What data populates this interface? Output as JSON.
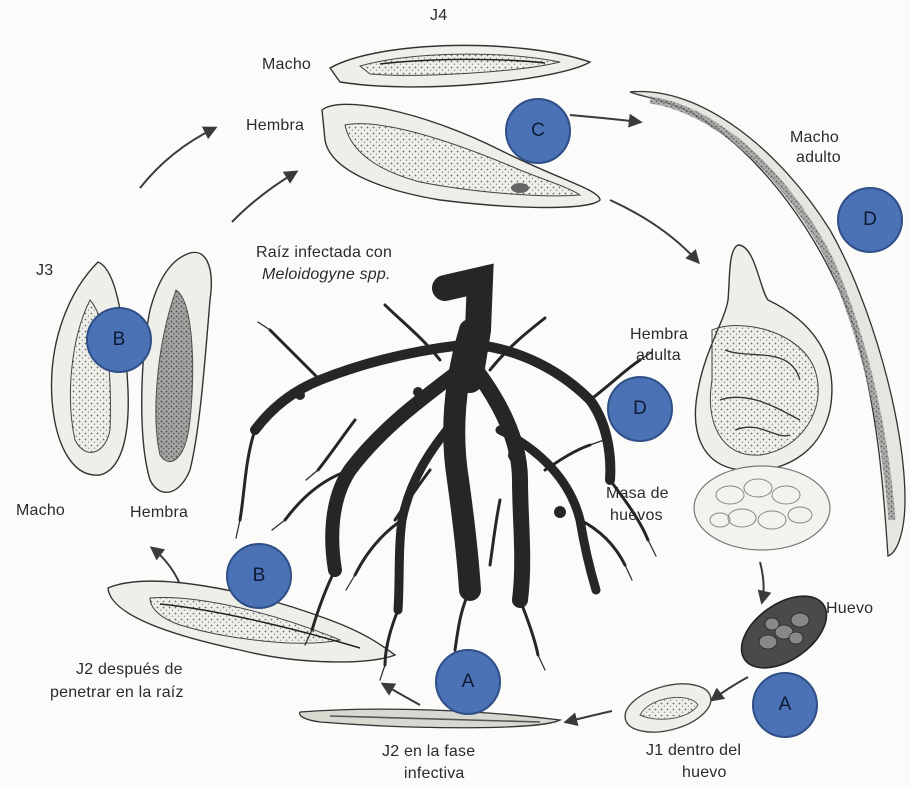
{
  "labels": {
    "j4": "J4",
    "j4_macho": "Macho",
    "j4_hembra": "Hembra",
    "macho_adulto_1": "Macho",
    "macho_adulto_2": "adulto",
    "raiz_1": "Raíz infectada con",
    "raiz_2": "Meloidogyne spp.",
    "j3": "J3",
    "hembra_adulta_1": "Hembra",
    "hembra_adulta_2": "adulta",
    "masa_1": "Masa de",
    "masa_2": "huevos",
    "j3_macho": "Macho",
    "j3_hembra": "Hembra",
    "huevo": "Huevo",
    "j2_pen_1": "J2 después de",
    "j2_pen_2": "penetrar en la raíz",
    "j2_inf_1": "J2 en la fase",
    "j2_inf_2": "infectiva",
    "j1_1": "J1 dentro del",
    "j1_2": "huevo"
  },
  "markers": {
    "c": "C",
    "d_macho": "D",
    "b_j3": "B",
    "d_hembra": "D",
    "b_j2": "B",
    "a_j2": "A",
    "a_j1": "A"
  },
  "colors": {
    "marker_fill": "#4a72b5",
    "marker_border": "#2f4f86",
    "ink": "#2b2b2b",
    "root": "#262626"
  }
}
